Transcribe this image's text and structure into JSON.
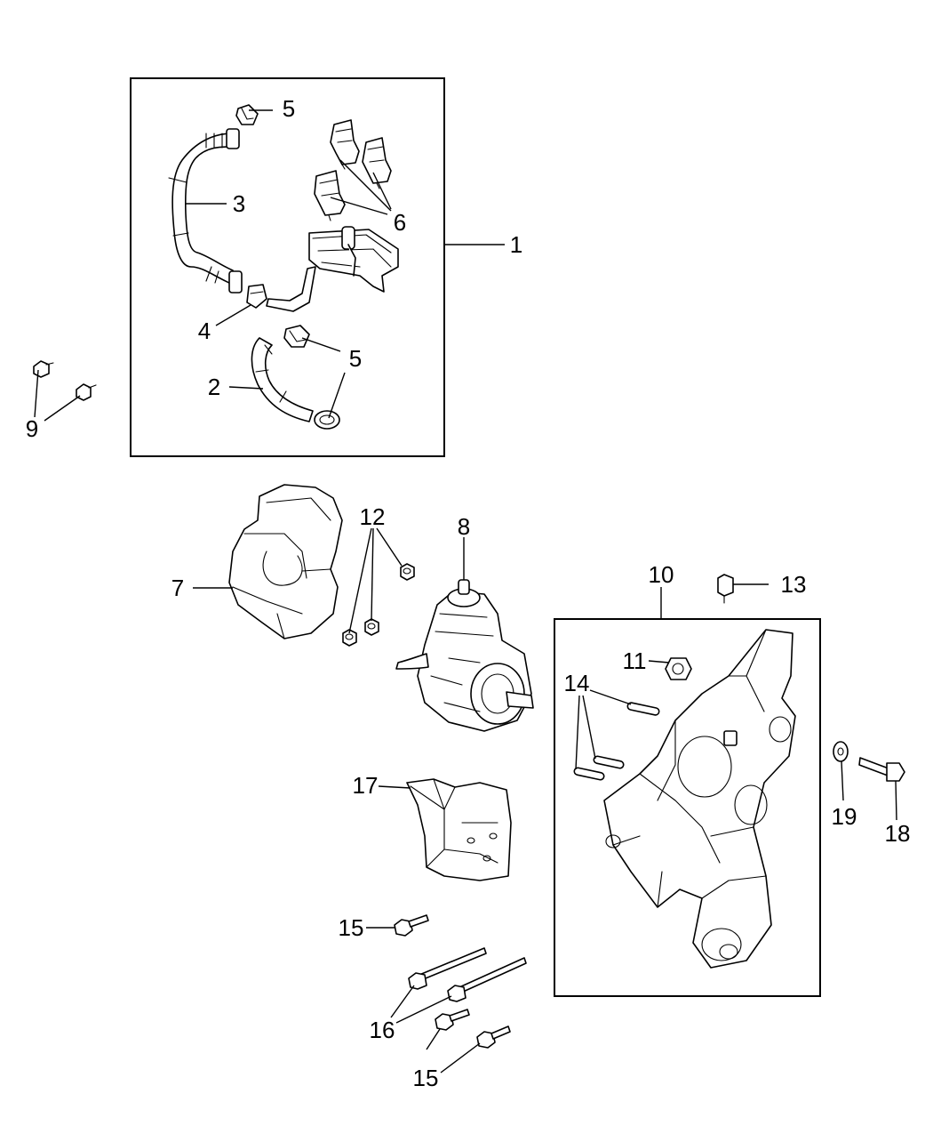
{
  "callouts": [
    "1",
    "2",
    "3",
    "4",
    "5",
    "5",
    "6",
    "7",
    "8",
    "9",
    "10",
    "11",
    "12",
    "13",
    "14",
    "15",
    "15",
    "16",
    "17",
    "18",
    "19"
  ]
}
